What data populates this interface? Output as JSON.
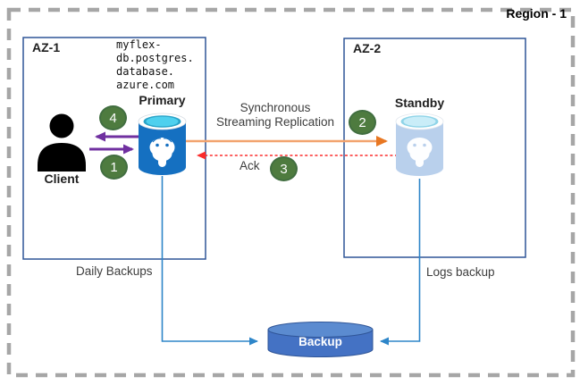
{
  "diagram": {
    "region_label": "Region - 1",
    "zones": {
      "az1": "AZ-1",
      "az2": "AZ-2"
    },
    "nodes": {
      "client": "Client",
      "primary": "Primary",
      "standby": "Standby",
      "backup": "Backup",
      "server_fqdn": "myflex-\ndb.postgres.\ndatabase.\nazure.com"
    },
    "flows": {
      "replication": "Synchronous\nStreaming Replication",
      "ack": "Ack",
      "daily_backups": "Daily Backups",
      "logs_backup": "Logs backup"
    },
    "steps": {
      "s1": "1",
      "s2": "2",
      "s3": "3",
      "s4": "4"
    },
    "colors": {
      "region_border": "#a6a6a6",
      "zone_border": "#2f5597",
      "primary_db_body": "#1570c1",
      "primary_db_top": "#4ed0ee",
      "standby_db_body": "#b9d0ec",
      "standby_db_top": "#cfeef8",
      "backup_fill": "#4472c4",
      "step_badge": "#4e7b3f",
      "replication_arrow": "#f2a36e",
      "replication_arrowhead": "#e87722",
      "ack_arrow": "#fb2b2b",
      "client_arrow": "#7030a0",
      "backup_connector": "#2e86c9",
      "client_icon": "#000000"
    }
  }
}
